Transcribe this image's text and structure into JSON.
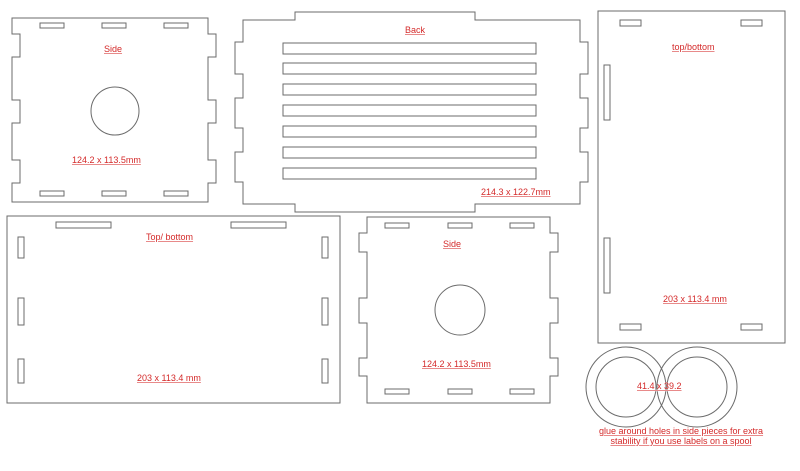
{
  "pieces": [
    {
      "id": "side-left",
      "name": "Side",
      "dimension": "124.2 x 113.5mm"
    },
    {
      "id": "back",
      "name": "Back",
      "dimension": "214.3 x 122.7mm"
    },
    {
      "id": "top-bottom-right",
      "name": "top/bottom",
      "dimension": "203 x 113.4 mm"
    },
    {
      "id": "top-bottom-left",
      "name": "Top/ bottom",
      "dimension": "203 x 113.4 mm"
    },
    {
      "id": "side-center",
      "name": "Side",
      "dimension": "124.2 x 113.5mm"
    },
    {
      "id": "rings",
      "dimension": "41.4 x 39.2"
    }
  ],
  "note": "glue around holes in side pieces for extra stability if you use labels on a spool",
  "colors": {
    "cut_line": "#6b6b6b",
    "label": "#d42a2a"
  }
}
